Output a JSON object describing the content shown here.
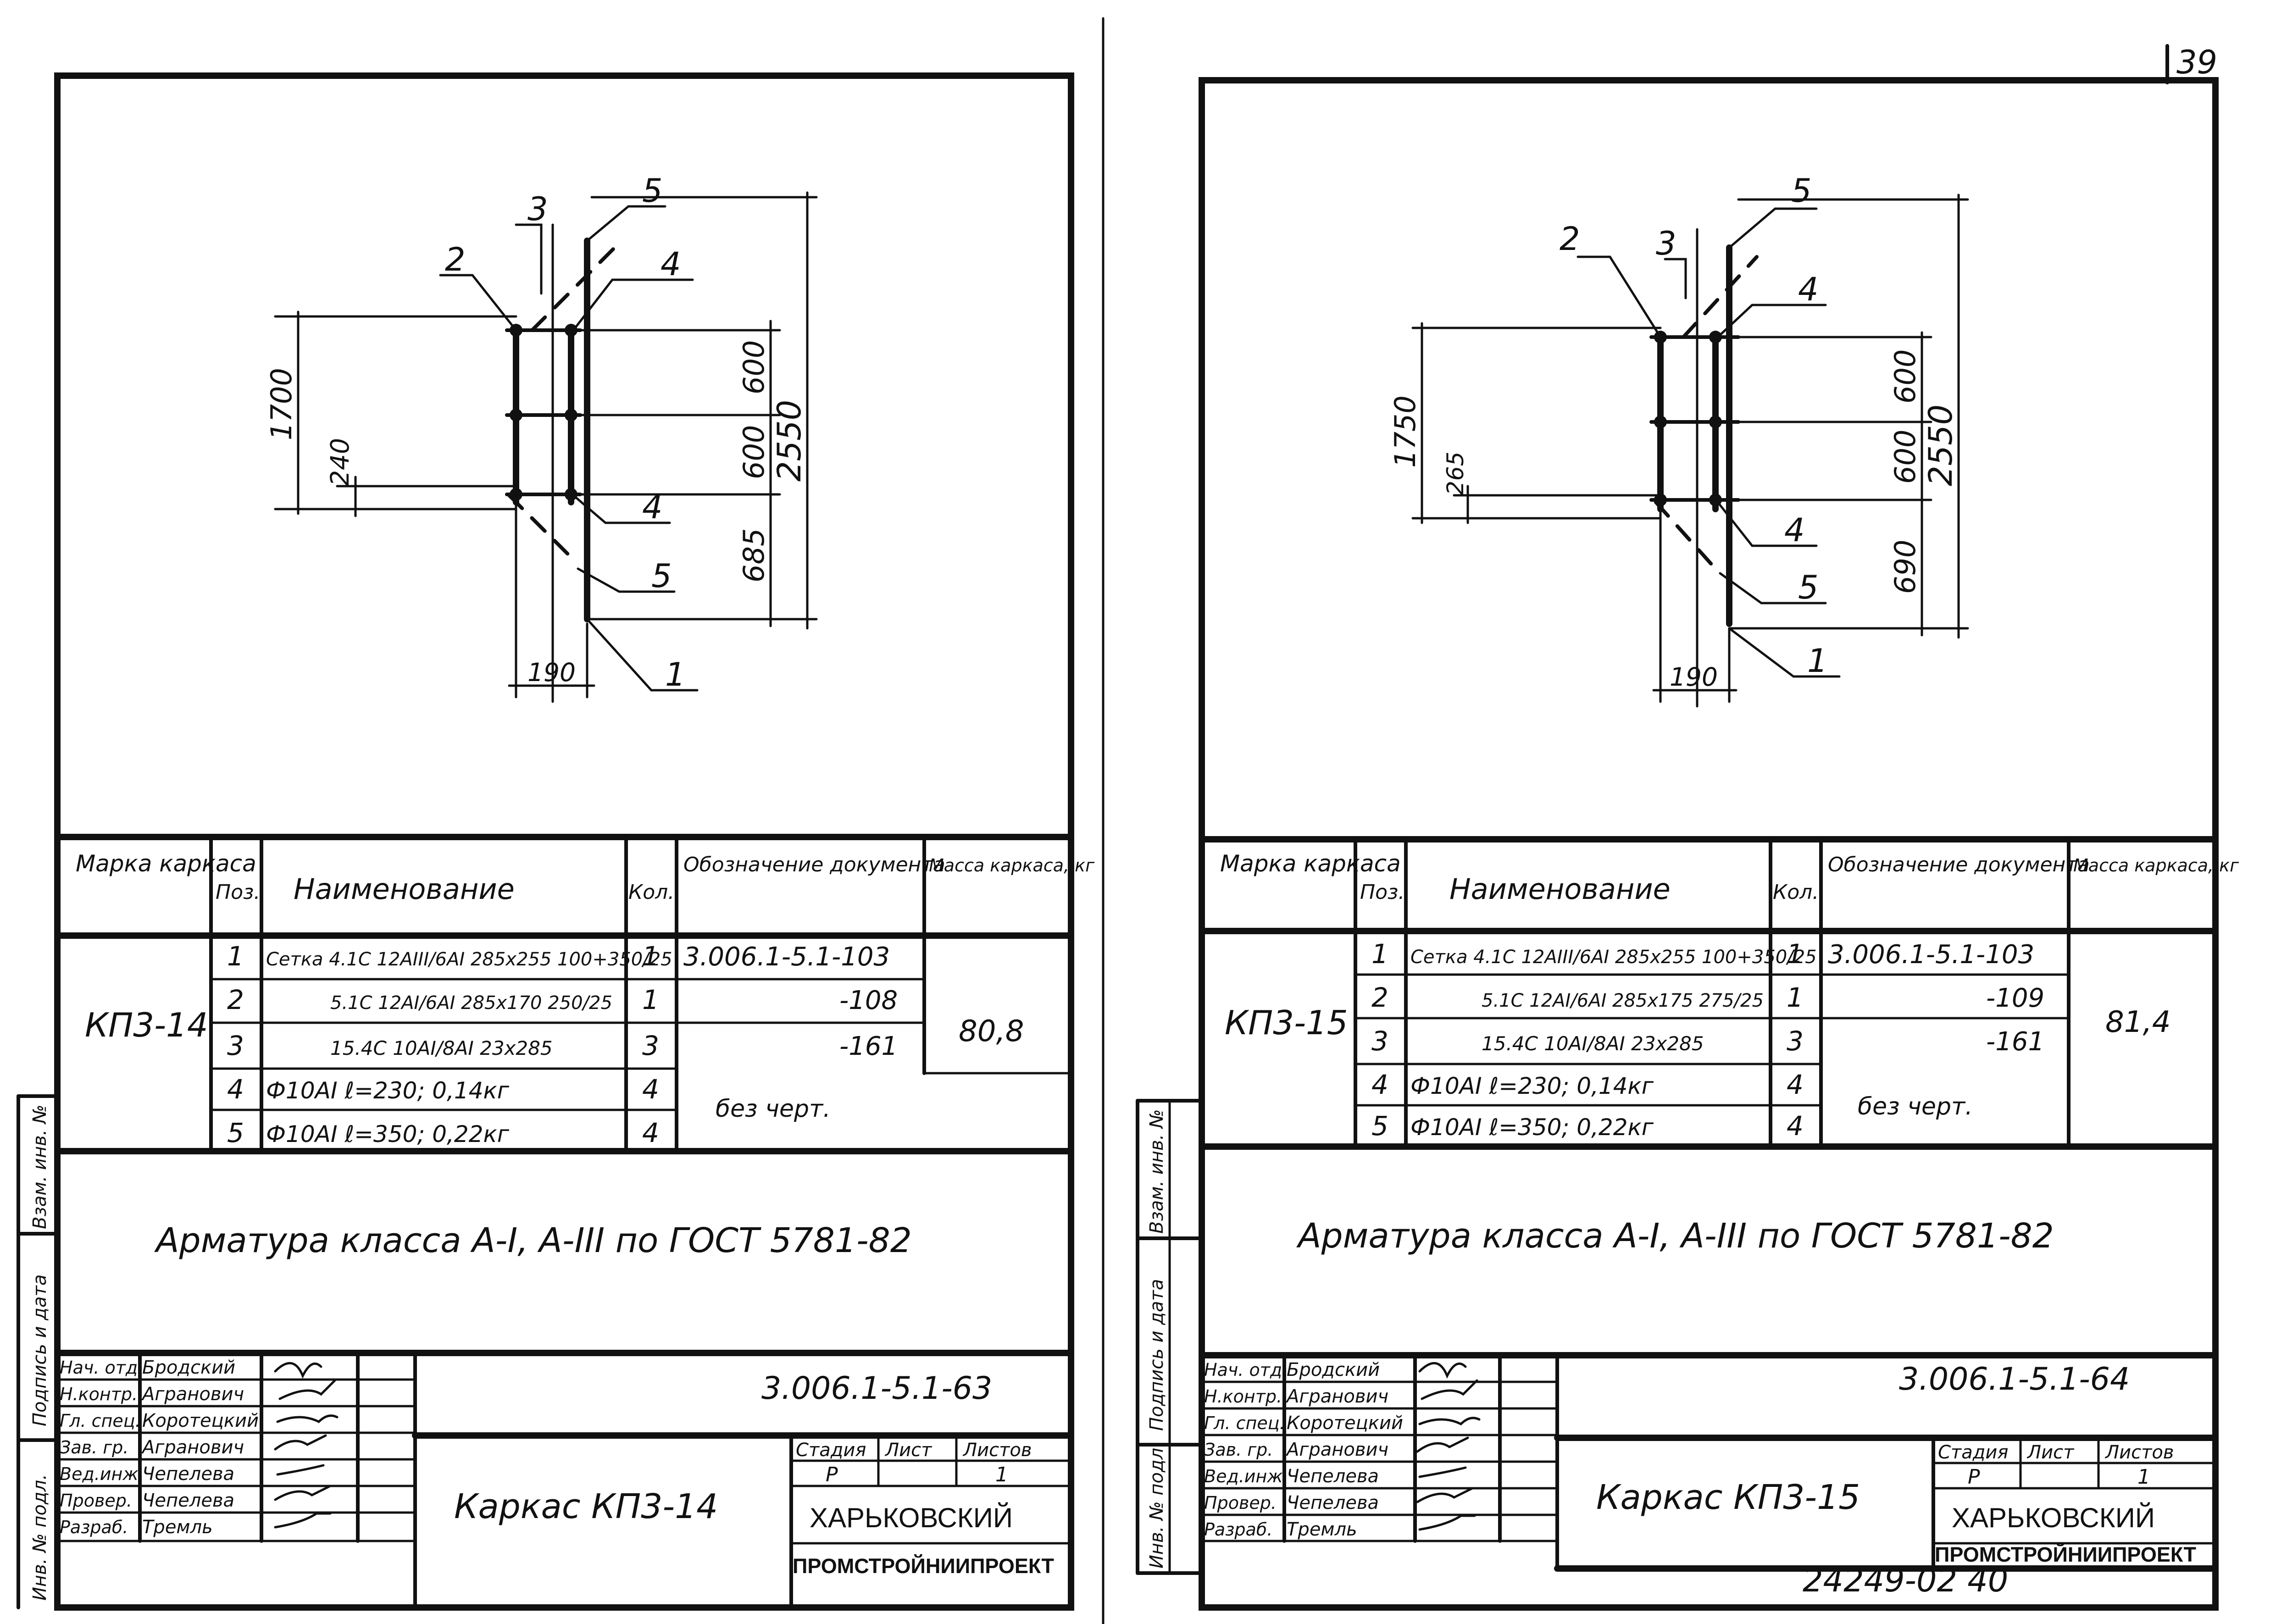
{
  "page_number": "39",
  "bottom_annotation": "24249-02   40",
  "sheets": [
    {
      "drawing": {
        "callouts": [
          "1",
          "2",
          "3",
          "4",
          "4",
          "5",
          "5"
        ],
        "dims": {
          "height": "1700",
          "bottom": "240",
          "width": "190",
          "s1": "600",
          "s2": "600",
          "s3": "685",
          "total": "2550"
        }
      },
      "spec": {
        "headers": {
          "mark": "Марка каркаса",
          "pos": "Поз.",
          "name": "Наименование",
          "qty": "Кол.",
          "doc": "Обозначение документа",
          "mass": "Масса каркаса, кг"
        },
        "mark": "КП3-14",
        "mass": "80,8",
        "rows": [
          {
            "pos": "1",
            "name": "Сетка 4.1С 12АIII/6АI 285x255 100+350/25",
            "qty": "1",
            "doc": "3.006.1-5.1-103"
          },
          {
            "pos": "2",
            "name": "5.1С 12АI/6АI 285x170 250/25",
            "qty": "1",
            "doc": "-108"
          },
          {
            "pos": "3",
            "name": "15.4С 10АI/8АI 23x285",
            "qty": "3",
            "doc": "-161"
          },
          {
            "pos": "4",
            "name": "Ф10АI  ℓ=230;  0,14кг",
            "qty": "4",
            "doc": "без черт."
          },
          {
            "pos": "5",
            "name": "Ф10АI  ℓ=350;  0,22кг",
            "qty": "4",
            "doc": ""
          }
        ]
      },
      "note": "Арматура класса А-I, А-III по ГОСТ 5781-82",
      "title_block": {
        "roles": [
          "Нач. отд.",
          "Н.контр.",
          "Гл. спец.",
          "Зав. гр.",
          "Вед.инж.",
          "Провер.",
          "Разраб."
        ],
        "names": [
          "Бродский",
          "Агранович",
          "Коротецкий",
          "Агранович",
          "Чепелева",
          "Чепелева",
          "Тремль"
        ],
        "code": "3.006.1-5.1-63",
        "title": "Каркас КП3-14",
        "stage_label": "Стадия",
        "sheet_label": "Лист",
        "sheets_label": "Листов",
        "stage": "Р",
        "sheets": "1",
        "org1": "ХАРЬКОВСКИЙ",
        "org2": "ПРОМСТРОЙНИИПРОЕКТ"
      },
      "side_stamp": [
        "Взам. инв. №",
        "Подпись и дата",
        "Инв. № подл."
      ]
    },
    {
      "drawing": {
        "callouts": [
          "1",
          "2",
          "3",
          "4",
          "4",
          "5",
          "5"
        ],
        "dims": {
          "height": "1750",
          "bottom": "265",
          "width": "190",
          "s1": "600",
          "s2": "600",
          "s3": "690",
          "total": "2550"
        }
      },
      "spec": {
        "headers": {
          "mark": "Марка каркаса",
          "pos": "Поз.",
          "name": "Наименование",
          "qty": "Кол.",
          "doc": "Обозначение документа",
          "mass": "Масса каркаса, кг"
        },
        "mark": "КП3-15",
        "mass": "81,4",
        "rows": [
          {
            "pos": "1",
            "name": "Сетка 4.1С 12АIII/6АI 285x255 100+350/25",
            "qty": "1",
            "doc": "3.006.1-5.1-103"
          },
          {
            "pos": "2",
            "name": "5.1С 12АI/6АI 285x175 275/25",
            "qty": "1",
            "doc": "-109"
          },
          {
            "pos": "3",
            "name": "15.4С 10АI/8АI 23x285",
            "qty": "3",
            "doc": "-161"
          },
          {
            "pos": "4",
            "name": "Ф10АI  ℓ=230;  0,14кг",
            "qty": "4",
            "doc": "без черт."
          },
          {
            "pos": "5",
            "name": "Ф10АI  ℓ=350;  0,22кг",
            "qty": "4",
            "doc": ""
          }
        ]
      },
      "note": "Арматура класса А-I, А-III по ГОСТ 5781-82",
      "title_block": {
        "roles": [
          "Нач. отд.",
          "Н.контр.",
          "Гл. спец.",
          "Зав. гр.",
          "Вед.инж.",
          "Провер.",
          "Разраб."
        ],
        "names": [
          "Бродский",
          "Агранович",
          "Коротецкий",
          "Агранович",
          "Чепелева",
          "Чепелева",
          "Тремль"
        ],
        "code": "3.006.1-5.1-64",
        "title": "Каркас КП3-15",
        "stage_label": "Стадия",
        "sheet_label": "Лист",
        "sheets_label": "Листов",
        "stage": "Р",
        "sheets": "1",
        "org1": "ХАРЬКОВСКИЙ",
        "org2": "ПРОМСТРОЙНИИПРОЕКТ"
      },
      "side_stamp": [
        "Взам. инв. №",
        "Подпись и дата",
        "Инв. № подл."
      ]
    }
  ]
}
